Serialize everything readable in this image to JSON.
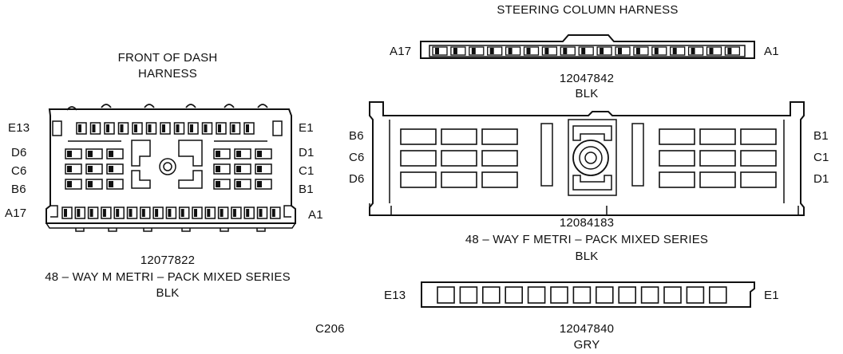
{
  "steering_column": {
    "title": "STEERING COLUMN HARNESS",
    "pin_left": "A17",
    "pin_right": "A1",
    "part_number": "12047842",
    "color": "BLK"
  },
  "front_of_dash": {
    "title_line1": "FRONT OF DASH",
    "title_line2": "HARNESS",
    "rows_left": [
      "E13",
      "D6",
      "C6",
      "B6",
      "A17"
    ],
    "rows_right": [
      "E1",
      "D1",
      "C1",
      "B1",
      "A1"
    ],
    "part_number": "12077822",
    "description": "48 – WAY M METRI – PACK MIXED SERIES",
    "color": "BLK"
  },
  "female_connector": {
    "rows_left": [
      "B6",
      "C6",
      "D6"
    ],
    "rows_right": [
      "B1",
      "C1",
      "D1"
    ],
    "part_number": "12084183",
    "description": "48 – WAY F METRI – PACK MIXED SERIES",
    "color": "BLK"
  },
  "bottom_connector": {
    "pin_left": "E13",
    "pin_right": "E1",
    "part_number": "12047840",
    "color": "GRY"
  },
  "connector_id": "C206"
}
